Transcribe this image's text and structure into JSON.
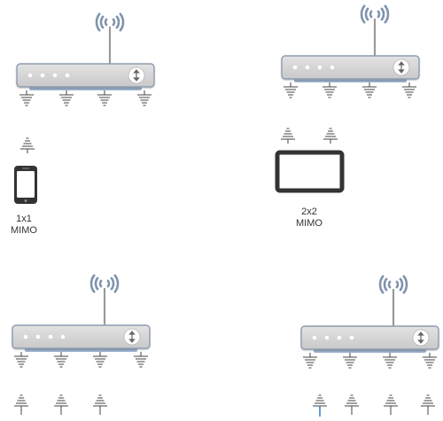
{
  "colors": {
    "router_body_top": "#e2e2e2",
    "router_body_bottom": "#c9c9c9",
    "router_stroke": "#8e9db0",
    "router_base": "#9bb0cc",
    "led": "#ffffff",
    "antenna": "#9a9a9a",
    "wifi_waves": "#7f93ad",
    "ground_symbol": "#444444",
    "device_stroke": "#333333",
    "accent": "#3a86c8"
  },
  "diagram": {
    "panels": [
      {
        "id": "1x1",
        "label_line1": "1x1",
        "label_line2": "MIMO",
        "client_device": "phone",
        "client_antennas": 1
      },
      {
        "id": "2x2",
        "label_line1": "2x2",
        "label_line2": "MIMO",
        "client_device": "tablet",
        "client_antennas": 2
      },
      {
        "id": "3x3",
        "client_antennas": 3
      },
      {
        "id": "4x4",
        "client_antennas": 4
      }
    ],
    "icons": [
      "router-icon",
      "wifi-icon",
      "antenna-icon",
      "phone-icon",
      "tablet-icon",
      "sort-arrows-icon"
    ]
  }
}
